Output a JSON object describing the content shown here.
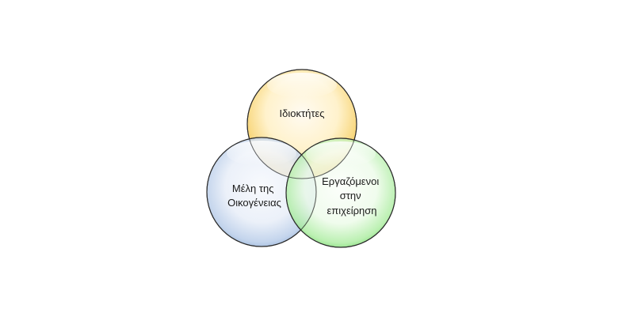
{
  "diagram": {
    "type": "venn",
    "circles": [
      {
        "id": "owners",
        "lines": [
          "Ιδιοκτήτες"
        ],
        "fill": "#f7c94f",
        "fill_light": "#fff6dc",
        "stroke": "#2b2b2b"
      },
      {
        "id": "family",
        "lines": [
          "Μέλη της",
          "Οικογένειας"
        ],
        "fill": "#8fb1dc",
        "fill_light": "#eef3fa",
        "stroke": "#2b2b2b"
      },
      {
        "id": "employees",
        "lines": [
          "Εργαζόμενοι",
          "στην",
          "επιχείρηση"
        ],
        "fill": "#5fd35a",
        "fill_light": "#f2fcf0",
        "stroke": "#2b2b2b"
      }
    ]
  }
}
